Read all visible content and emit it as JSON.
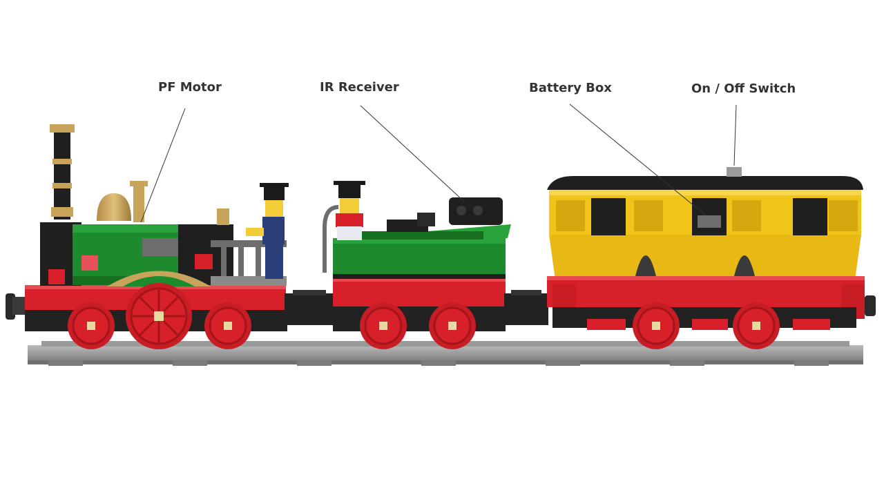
{
  "callouts": {
    "pf_motor": "PF Motor",
    "ir_receiver": "IR Receiver",
    "battery_box": "Battery Box",
    "on_off_switch": "On / Off Switch"
  },
  "colors": {
    "locomotive_green": "#1e8a2e",
    "frame_red": "#d8202a",
    "coach_yellow": "#f0c419",
    "roof_black": "#1f1f1f",
    "brass_tan": "#c8a45a",
    "track_gray": "#8f8f8f"
  }
}
